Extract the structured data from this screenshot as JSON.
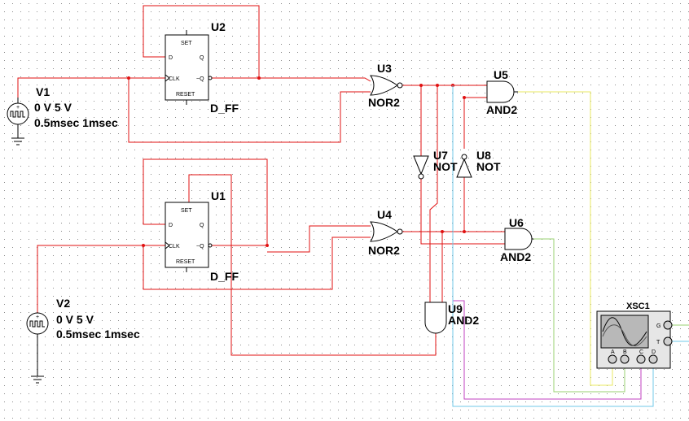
{
  "colors": {
    "background": "#ffffff",
    "grid_dot": "#8c8c8c",
    "wire_red": "#e01010",
    "wire_yellow": "#e8e860",
    "wire_green": "#9ad070",
    "wire_magenta": "#c040c0",
    "wire_cyan": "#70c8e8",
    "component": "#000000",
    "scope_body": "#e6e6e6",
    "scope_screen": "#b8b8b8"
  },
  "components": {
    "u2": {
      "ref": "U2",
      "type": "D_FF",
      "pins": {
        "set": "SET",
        "reset": "RESET",
        "d": "D",
        "clk": "CLK",
        "q": "Q",
        "qn": "~Q"
      }
    },
    "u1": {
      "ref": "U1",
      "type": "D_FF",
      "pins": {
        "set": "SET",
        "reset": "RESET",
        "d": "D",
        "clk": "CLK",
        "q": "Q",
        "qn": "~Q"
      }
    },
    "u3": {
      "ref": "U3",
      "type": "NOR2"
    },
    "u4": {
      "ref": "U4",
      "type": "NOR2"
    },
    "u5": {
      "ref": "U5",
      "type": "AND2"
    },
    "u6": {
      "ref": "U6",
      "type": "AND2"
    },
    "u7": {
      "ref": "U7",
      "type": "NOT"
    },
    "u8": {
      "ref": "U8",
      "type": "NOT"
    },
    "u9": {
      "ref": "U9",
      "type": "AND2"
    },
    "v1": {
      "ref": "V1",
      "amplitude": "0 V 5 V",
      "timing": "0.5msec 1msec"
    },
    "v2": {
      "ref": "V2",
      "amplitude": "0 V 5 V",
      "timing": "0.5msec 1msec"
    },
    "xsc1": {
      "ref": "XSC1",
      "channels": [
        "A",
        "B",
        "C",
        "D"
      ],
      "side_terms": [
        "G",
        "T"
      ]
    }
  }
}
